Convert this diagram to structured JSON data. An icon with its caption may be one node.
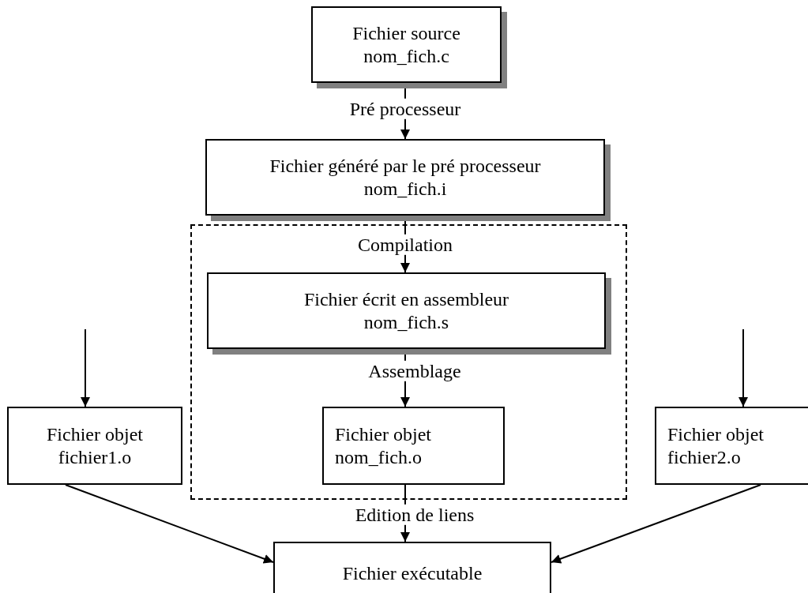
{
  "diagram": {
    "nodes": [
      {
        "text": [
          "Fichier source",
          "nom_fich.c"
        ]
      },
      {
        "text": [
          "Fichier généré par le pré processeur",
          "nom_fich.i"
        ]
      },
      {
        "text": [],
        "shape": "box"
      },
      {
        "text": [
          "Fichier écrit en assembleur",
          "nom_fich.s"
        ],
        "in": 2
      },
      {
        "text": [
          "Fichier objet",
          "nom_fich.o"
        ],
        "in": 2
      },
      {
        "text": [
          "Fichier objet",
          "fichier1.o"
        ]
      },
      {
        "text": [
          "Fichier objet",
          "fichier2.o"
        ]
      },
      {
        "text": [
          "Fichier exécutable"
        ]
      }
    ],
    "edges": [
      {
        "from": 0,
        "to": 1,
        "arrow": "to",
        "label": "Pré processeur"
      },
      {
        "from": 1,
        "to": 3,
        "arrow": "to",
        "label": "Compilation"
      },
      {
        "from": 3,
        "to": 4,
        "arrow": "to",
        "label": "Assemblage"
      },
      {
        "from": 4,
        "to": 7,
        "arrow": "to",
        "label": "Edition de liens"
      },
      {
        "from": null,
        "to": 5,
        "arrow": "to"
      },
      {
        "from": null,
        "to": 6,
        "arrow": "to"
      },
      {
        "from": 5,
        "to": 7,
        "arrow": "to"
      },
      {
        "from": 6,
        "to": 7,
        "arrow": "to"
      }
    ]
  }
}
